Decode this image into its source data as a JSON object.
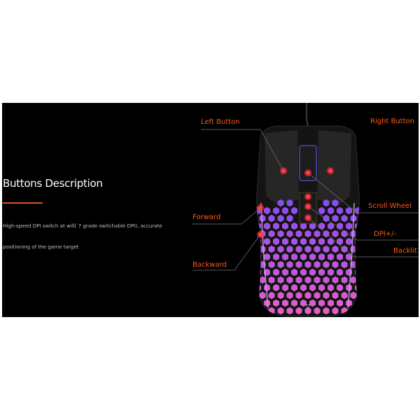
{
  "section": {
    "title": "Buttons Description",
    "description_line1": "High-speed DPI switch at will( 7 grade switchable DPI), accurate",
    "description_line2": "positioning of the game target"
  },
  "callouts": {
    "left_button": "Left Button",
    "right_button": "Right Button",
    "scroll_wheel": "Scroll Wheel",
    "dpi": "DPI+/-",
    "backlit": "Backlit",
    "forward": "Forward",
    "backward": "Backward"
  },
  "colors": {
    "accent": "#e0501e",
    "background": "#000000",
    "callout_text": "#ff5a1a",
    "hex_top": "#8a4cf0",
    "hex_bottom": "#e060c8",
    "indicator": "#ff2a3a"
  }
}
